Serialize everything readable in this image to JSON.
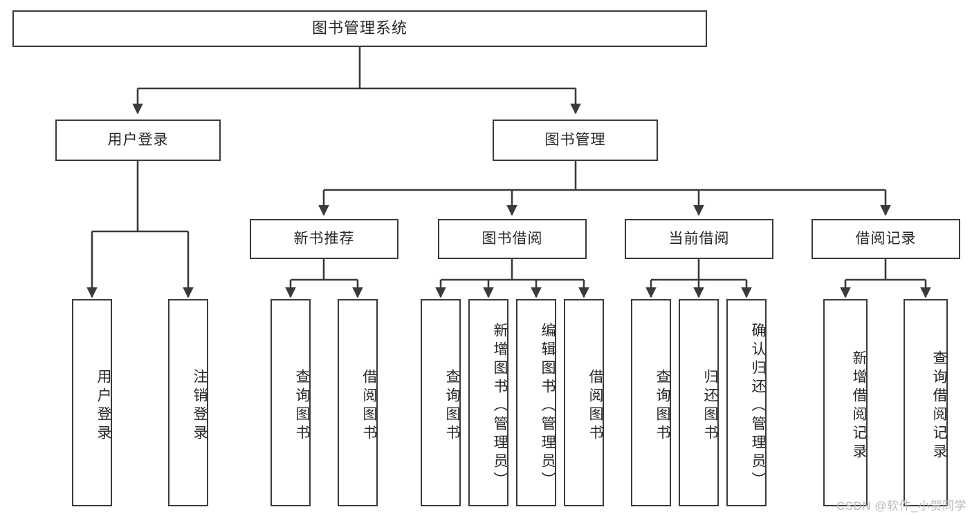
{
  "diagram": {
    "title": "图书管理系统",
    "type": "tree-hierarchy-diagram",
    "watermark": "CSDN @软件_小贺同学",
    "colors": {
      "box_border": "#3a3a3a",
      "box_fill": "#ffffff",
      "text": "#262626",
      "connector": "#3a3a3a",
      "background": "#ffffff",
      "watermark_text": "#b9b9b9"
    },
    "levels": {
      "root": {
        "label": "图书管理系统"
      },
      "level2": [
        {
          "label": "用户登录"
        },
        {
          "label": "图书管理"
        }
      ],
      "level3": [
        {
          "label": "新书推荐"
        },
        {
          "label": "图书借阅"
        },
        {
          "label": "当前借阅"
        },
        {
          "label": "借阅记录"
        }
      ],
      "leaves": {
        "user_login": [
          {
            "label": "用户登录"
          },
          {
            "label": "注销登录"
          }
        ],
        "new_book_recommend": [
          {
            "label": "查询图书"
          },
          {
            "label": "借阅图书"
          }
        ],
        "book_borrow": [
          {
            "label": "查询图书"
          },
          {
            "label": "新增图书（管理员）"
          },
          {
            "label": "编辑图书（管理员）"
          },
          {
            "label": "借阅图书"
          }
        ],
        "current_borrow": [
          {
            "label": "查询图书"
          },
          {
            "label": "归还图书"
          },
          {
            "label": "确认归还（管理员）"
          }
        ],
        "borrow_record": [
          {
            "label": "新增借阅记录"
          },
          {
            "label": "查询借阅记录"
          }
        ]
      }
    }
  }
}
